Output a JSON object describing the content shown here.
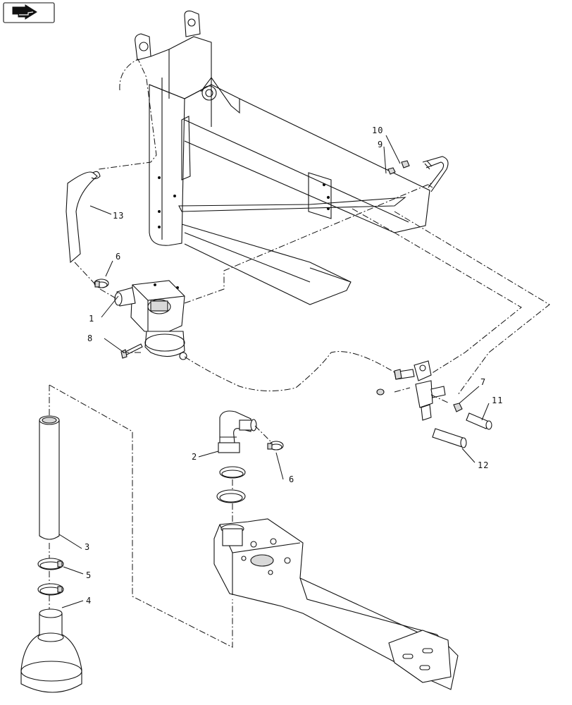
{
  "nav_icon": {
    "name": "next-page-arrow-icon",
    "stroke_color": "#111111"
  },
  "callouts": [
    {
      "id": "c1",
      "label": "1"
    },
    {
      "id": "c2",
      "label": "2"
    },
    {
      "id": "c3",
      "label": "3"
    },
    {
      "id": "c4",
      "label": "4"
    },
    {
      "id": "c5",
      "label": "5"
    },
    {
      "id": "c6a",
      "label": "6"
    },
    {
      "id": "c6b",
      "label": "6"
    },
    {
      "id": "c7",
      "label": "7"
    },
    {
      "id": "c8",
      "label": "8"
    },
    {
      "id": "c9",
      "label": "9"
    },
    {
      "id": "c10",
      "label": "10"
    },
    {
      "id": "c11",
      "label": "11"
    },
    {
      "id": "c12",
      "label": "12"
    },
    {
      "id": "c13",
      "label": "13"
    }
  ]
}
